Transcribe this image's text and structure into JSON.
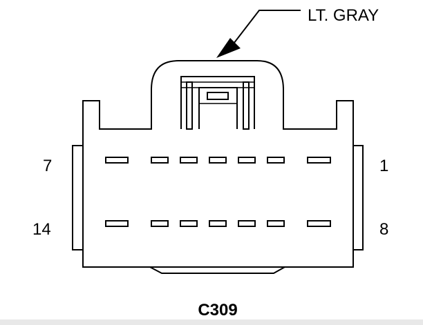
{
  "callout": {
    "text": "LT. GRAY"
  },
  "connector": {
    "name": "C309"
  },
  "pins": {
    "top_left": "7",
    "top_right": "1",
    "bottom_left": "14",
    "bottom_right": "8"
  },
  "colors": {
    "line": "#000000",
    "background": "#ffffff",
    "bottom_strip": "#e8e8e8"
  }
}
